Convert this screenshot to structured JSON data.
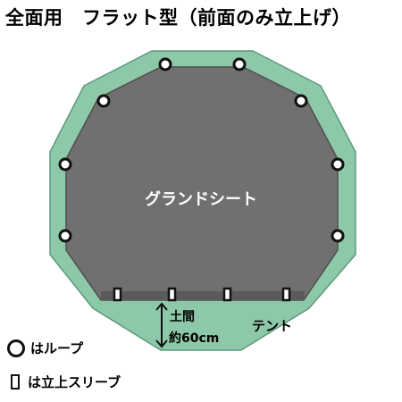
{
  "title": "全面用　フラット型（前面のみ立上げ）",
  "labels": {
    "ground_sheet": "グランドシート",
    "tent": "テント",
    "doma_line1": "土間",
    "doma_line2": "約60cm"
  },
  "legend": {
    "loop": "はループ",
    "sleeve": "は立上スリーブ"
  },
  "colors": {
    "tent_fill": "#8dc8a8",
    "tent_stroke": "#5b9a7e",
    "sheet_fill": "#707070",
    "loop_stroke": "#111111"
  }
}
